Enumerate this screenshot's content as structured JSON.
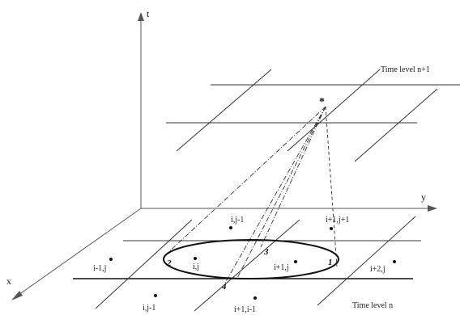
{
  "axes": {
    "t": "t",
    "y": "y",
    "x": "x"
  },
  "labels": {
    "time_level_upper": "Time level n+1",
    "time_level_lower": "Time level n",
    "departure_star": "*"
  },
  "grid_points": [
    {
      "id": "i,j-1 (upper)",
      "label": "i,j-1"
    },
    {
      "id": "i+1,j+1",
      "label": "i+1,j+1"
    },
    {
      "id": "i-1,j",
      "label": "i-1,j"
    },
    {
      "id": "i,j",
      "label": "i,j"
    },
    {
      "id": "i+1,j",
      "label": "i+1,j"
    },
    {
      "id": "i+2,j",
      "label": "i+2,j"
    },
    {
      "id": "i,j-1 (lower)",
      "label": "i,j-1"
    },
    {
      "id": "i+1,i-1",
      "label": "i+1,i-1"
    }
  ],
  "intersection_markers": {
    "m1": "1",
    "m2": "2",
    "m3": "3",
    "m4": "4"
  },
  "colors": {
    "line": "#333333",
    "bold": "#111111",
    "axis": "#555555"
  }
}
